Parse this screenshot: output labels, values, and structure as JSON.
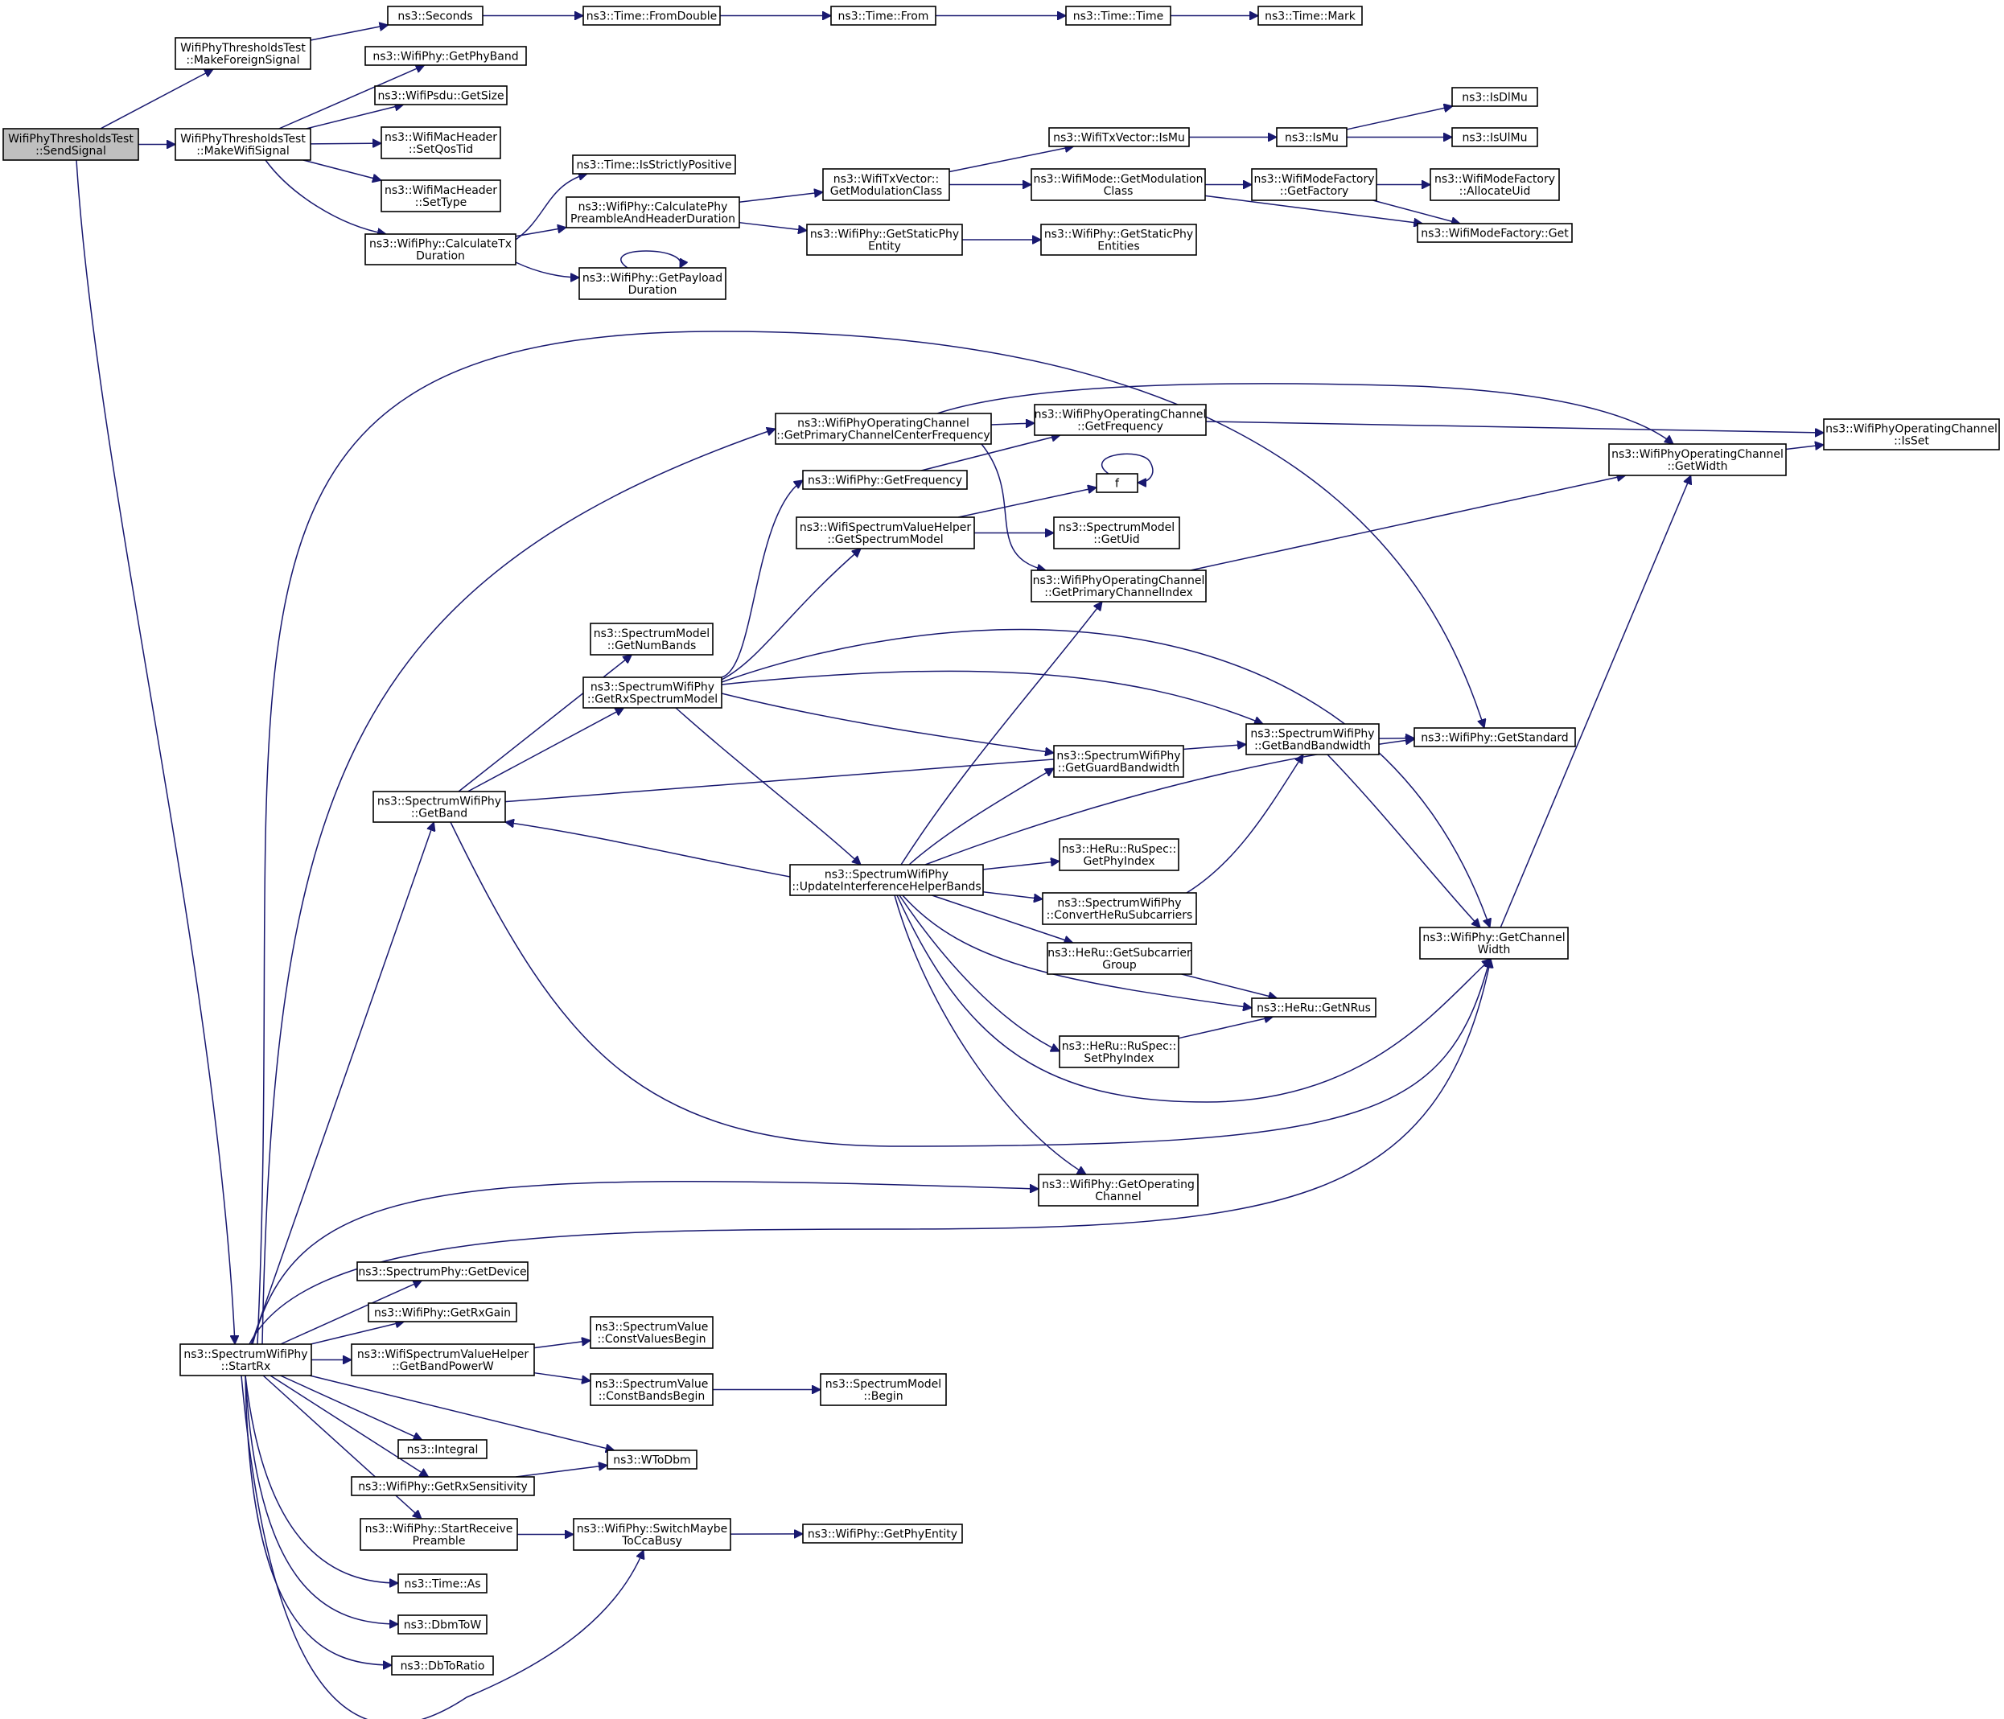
{
  "nodes": [
    {
      "id": "send",
      "lines": [
        "WifiPhyThresholdsTest",
        "::SendSignal"
      ],
      "root": true
    },
    {
      "id": "mfs",
      "lines": [
        "WifiPhyThresholdsTest",
        "::MakeForeignSignal"
      ]
    },
    {
      "id": "mws",
      "lines": [
        "WifiPhyThresholdsTest",
        "::MakeWifiSignal"
      ]
    },
    {
      "id": "seconds",
      "lines": [
        "ns3::Seconds"
      ]
    },
    {
      "id": "fromdouble",
      "lines": [
        "ns3::Time::FromDouble"
      ]
    },
    {
      "id": "from",
      "lines": [
        "ns3::Time::From"
      ]
    },
    {
      "id": "time",
      "lines": [
        "ns3::Time::Time"
      ]
    },
    {
      "id": "mark",
      "lines": [
        "ns3::Time::Mark"
      ]
    },
    {
      "id": "getphyband",
      "lines": [
        "ns3::WifiPhy::GetPhyBand"
      ]
    },
    {
      "id": "getsize",
      "lines": [
        "ns3::WifiPsdu::GetSize"
      ]
    },
    {
      "id": "setqostid",
      "lines": [
        "ns3::WifiMacHeader",
        "::SetQosTid"
      ]
    },
    {
      "id": "settype",
      "lines": [
        "ns3::WifiMacHeader",
        "::SetType"
      ]
    },
    {
      "id": "calctx",
      "lines": [
        "ns3::WifiPhy::CalculateTx",
        "Duration"
      ]
    },
    {
      "id": "isstrict",
      "lines": [
        "ns3::Time::IsStrictlyPositive"
      ]
    },
    {
      "id": "calcpre",
      "lines": [
        "ns3::WifiPhy::CalculatePhy",
        "PreambleAndHeaderDuration"
      ]
    },
    {
      "id": "getpayload",
      "lines": [
        "ns3::WifiPhy::GetPayload",
        "Duration"
      ]
    },
    {
      "id": "getmodclass",
      "lines": [
        "ns3::WifiTxVector::",
        "GetModulationClass"
      ]
    },
    {
      "id": "getstaticent",
      "lines": [
        "ns3::WifiPhy::GetStaticPhy",
        "Entity"
      ]
    },
    {
      "id": "txismu",
      "lines": [
        "ns3::WifiTxVector::IsMu"
      ]
    },
    {
      "id": "modeclass",
      "lines": [
        "ns3::WifiMode::GetModulation",
        "Class"
      ]
    },
    {
      "id": "getstaticents",
      "lines": [
        "ns3::WifiPhy::GetStaticPhy",
        "Entities"
      ]
    },
    {
      "id": "ismu",
      "lines": [
        "ns3::IsMu"
      ]
    },
    {
      "id": "isdlmu",
      "lines": [
        "ns3::IsDlMu"
      ]
    },
    {
      "id": "isulmu",
      "lines": [
        "ns3::IsUlMu"
      ]
    },
    {
      "id": "getfactory",
      "lines": [
        "ns3::WifiModeFactory",
        "::GetFactory"
      ]
    },
    {
      "id": "allocuid",
      "lines": [
        "ns3::WifiModeFactory",
        "::AllocateUid"
      ]
    },
    {
      "id": "mfget",
      "lines": [
        "ns3::WifiModeFactory::Get"
      ]
    },
    {
      "id": "primcenter",
      "lines": [
        "ns3::WifiPhyOperatingChannel",
        "::GetPrimaryChannelCenterFrequency"
      ]
    },
    {
      "id": "ocgetfreq",
      "lines": [
        "ns3::WifiPhyOperatingChannel",
        "::GetFrequency"
      ]
    },
    {
      "id": "wpgetfreq",
      "lines": [
        "ns3::WifiPhy::GetFrequency"
      ]
    },
    {
      "id": "f",
      "lines": [
        "f"
      ]
    },
    {
      "id": "wsvhgetsm",
      "lines": [
        "ns3::WifiSpectrumValueHelper",
        "::GetSpectrumModel"
      ]
    },
    {
      "id": "smgetuid",
      "lines": [
        "ns3::SpectrumModel",
        "::GetUid"
      ]
    },
    {
      "id": "primindex",
      "lines": [
        "ns3::WifiPhyOperatingChannel",
        "::GetPrimaryChannelIndex"
      ]
    },
    {
      "id": "ocgetwidth",
      "lines": [
        "ns3::WifiPhyOperatingChannel",
        "::GetWidth"
      ]
    },
    {
      "id": "ocisset",
      "lines": [
        "ns3::WifiPhyOperatingChannel",
        "::IsSet"
      ]
    },
    {
      "id": "smnumbands",
      "lines": [
        "ns3::SpectrumModel",
        "::GetNumBands"
      ]
    },
    {
      "id": "getrxsm",
      "lines": [
        "ns3::SpectrumWifiPhy",
        "::GetRxSpectrumModel"
      ]
    },
    {
      "id": "getband",
      "lines": [
        "ns3::SpectrumWifiPhy",
        "::GetBand"
      ]
    },
    {
      "id": "getbandbw",
      "lines": [
        "ns3::SpectrumWifiPhy",
        "::GetBandBandwidth"
      ]
    },
    {
      "id": "getstandard",
      "lines": [
        "ns3::WifiPhy::GetStandard"
      ]
    },
    {
      "id": "getguardbw",
      "lines": [
        "ns3::SpectrumWifiPhy",
        "::GetGuardBandwidth"
      ]
    },
    {
      "id": "updinterf",
      "lines": [
        "ns3::SpectrumWifiPhy",
        "::UpdateInterferenceHelperBands"
      ]
    },
    {
      "id": "rugetphyidx",
      "lines": [
        "ns3::HeRu::RuSpec::",
        "GetPhyIndex"
      ]
    },
    {
      "id": "convheru",
      "lines": [
        "ns3::SpectrumWifiPhy",
        "::ConvertHeRuSubcarriers"
      ]
    },
    {
      "id": "getchwidth",
      "lines": [
        "ns3::WifiPhy::GetChannel",
        "Width"
      ]
    },
    {
      "id": "subgroup",
      "lines": [
        "ns3::HeRu::GetSubcarrier",
        "Group"
      ]
    },
    {
      "id": "getnrus",
      "lines": [
        "ns3::HeRu::GetNRus"
      ]
    },
    {
      "id": "rusetphyidx",
      "lines": [
        "ns3::HeRu::RuSpec::",
        "SetPhyIndex"
      ]
    },
    {
      "id": "getopch",
      "lines": [
        "ns3::WifiPhy::GetOperating",
        "Channel"
      ]
    },
    {
      "id": "getdevice",
      "lines": [
        "ns3::SpectrumPhy::GetDevice"
      ]
    },
    {
      "id": "getrxgain",
      "lines": [
        "ns3::WifiPhy::GetRxGain"
      ]
    },
    {
      "id": "startrx",
      "lines": [
        "ns3::SpectrumWifiPhy",
        "::StartRx"
      ]
    },
    {
      "id": "getbandpw",
      "lines": [
        "ns3::WifiSpectrumValueHelper",
        "::GetBandPowerW"
      ]
    },
    {
      "id": "cvbegin",
      "lines": [
        "ns3::SpectrumValue",
        "::ConstValuesBegin"
      ]
    },
    {
      "id": "cbbegin",
      "lines": [
        "ns3::SpectrumValue",
        "::ConstBandsBegin"
      ]
    },
    {
      "id": "smbegin",
      "lines": [
        "ns3::SpectrumModel",
        "::Begin"
      ]
    },
    {
      "id": "integral",
      "lines": [
        "ns3::Integral"
      ]
    },
    {
      "id": "wtodbm",
      "lines": [
        "ns3::WToDbm"
      ]
    },
    {
      "id": "getrxsens",
      "lines": [
        "ns3::WifiPhy::GetRxSensitivity"
      ]
    },
    {
      "id": "startpre",
      "lines": [
        "ns3::WifiPhy::StartReceive",
        "Preamble"
      ]
    },
    {
      "id": "switchcca",
      "lines": [
        "ns3::WifiPhy::SwitchMaybe",
        "ToCcaBusy"
      ]
    },
    {
      "id": "getphyent",
      "lines": [
        "ns3::WifiPhy::GetPhyEntity"
      ]
    },
    {
      "id": "timeas",
      "lines": [
        "ns3::Time::As"
      ]
    },
    {
      "id": "dbmtow",
      "lines": [
        "ns3::DbmToW"
      ]
    },
    {
      "id": "dbtoratio",
      "lines": [
        "ns3::DbToRatio"
      ]
    }
  ],
  "edges": [
    [
      "send",
      "mfs"
    ],
    [
      "send",
      "mws"
    ],
    [
      "send",
      "startrx"
    ],
    [
      "mfs",
      "seconds"
    ],
    [
      "seconds",
      "fromdouble"
    ],
    [
      "fromdouble",
      "from"
    ],
    [
      "from",
      "time"
    ],
    [
      "time",
      "mark"
    ],
    [
      "mws",
      "getphyband"
    ],
    [
      "mws",
      "getsize"
    ],
    [
      "mws",
      "setqostid"
    ],
    [
      "mws",
      "settype"
    ],
    [
      "mws",
      "calctx"
    ],
    [
      "calctx",
      "isstrict"
    ],
    [
      "calctx",
      "calcpre"
    ],
    [
      "calctx",
      "getpayload"
    ],
    [
      "getpayload",
      "getpayload"
    ],
    [
      "calcpre",
      "getmodclass"
    ],
    [
      "calcpre",
      "getstaticent"
    ],
    [
      "getstaticent",
      "getstaticents"
    ],
    [
      "getmodclass",
      "txismu"
    ],
    [
      "getmodclass",
      "modeclass"
    ],
    [
      "txismu",
      "ismu"
    ],
    [
      "ismu",
      "isdlmu"
    ],
    [
      "ismu",
      "isulmu"
    ],
    [
      "modeclass",
      "getfactory"
    ],
    [
      "modeclass",
      "mfget"
    ],
    [
      "getfactory",
      "allocuid"
    ],
    [
      "getfactory",
      "mfget"
    ],
    [
      "startrx",
      "primcenter"
    ],
    [
      "startrx",
      "getstandard"
    ],
    [
      "startrx",
      "getband"
    ],
    [
      "startrx",
      "getopch"
    ],
    [
      "startrx",
      "getchwidth"
    ],
    [
      "startrx",
      "getdevice"
    ],
    [
      "startrx",
      "getrxgain"
    ],
    [
      "startrx",
      "getbandpw"
    ],
    [
      "startrx",
      "integral"
    ],
    [
      "startrx",
      "wtodbm"
    ],
    [
      "startrx",
      "getrxsens"
    ],
    [
      "startrx",
      "startpre"
    ],
    [
      "startrx",
      "timeas"
    ],
    [
      "startrx",
      "dbmtow"
    ],
    [
      "startrx",
      "dbtoratio"
    ],
    [
      "startrx",
      "switchcca"
    ],
    [
      "primcenter",
      "ocgetfreq"
    ],
    [
      "primcenter",
      "ocgetwidth"
    ],
    [
      "primcenter",
      "primindex"
    ],
    [
      "ocgetfreq",
      "ocisset"
    ],
    [
      "ocgetwidth",
      "ocisset"
    ],
    [
      "primindex",
      "ocgetwidth"
    ],
    [
      "wpgetfreq",
      "ocgetfreq"
    ],
    [
      "f",
      "f"
    ],
    [
      "wsvhgetsm",
      "f"
    ],
    [
      "wsvhgetsm",
      "smgetuid"
    ],
    [
      "getband",
      "smnumbands"
    ],
    [
      "getband",
      "getrxsm"
    ],
    [
      "getband",
      "getbandbw"
    ],
    [
      "getband",
      "getchwidth"
    ],
    [
      "getrxsm",
      "wpgetfreq"
    ],
    [
      "getrxsm",
      "wsvhgetsm"
    ],
    [
      "getrxsm",
      "getchwidth"
    ],
    [
      "getrxsm",
      "getbandbw"
    ],
    [
      "getrxsm",
      "getguardbw"
    ],
    [
      "getrxsm",
      "updinterf"
    ],
    [
      "getbandbw",
      "getstandard"
    ],
    [
      "getbandbw",
      "getchwidth"
    ],
    [
      "getchwidth",
      "ocgetwidth"
    ],
    [
      "updinterf",
      "getband"
    ],
    [
      "updinterf",
      "primindex"
    ],
    [
      "updinterf",
      "getguardbw"
    ],
    [
      "updinterf",
      "getstandard"
    ],
    [
      "updinterf",
      "rugetphyidx"
    ],
    [
      "updinterf",
      "convheru"
    ],
    [
      "updinterf",
      "subgroup"
    ],
    [
      "updinterf",
      "getnrus"
    ],
    [
      "updinterf",
      "rusetphyidx"
    ],
    [
      "updinterf",
      "getchwidth"
    ],
    [
      "updinterf",
      "getopch"
    ],
    [
      "convheru",
      "getbandbw"
    ],
    [
      "subgroup",
      "getnrus"
    ],
    [
      "rusetphyidx",
      "getnrus"
    ],
    [
      "getbandpw",
      "cvbegin"
    ],
    [
      "getbandpw",
      "cbbegin"
    ],
    [
      "cbbegin",
      "smbegin"
    ],
    [
      "getrxsens",
      "wtodbm"
    ],
    [
      "startpre",
      "switchcca"
    ],
    [
      "switchcca",
      "getphyent"
    ]
  ]
}
